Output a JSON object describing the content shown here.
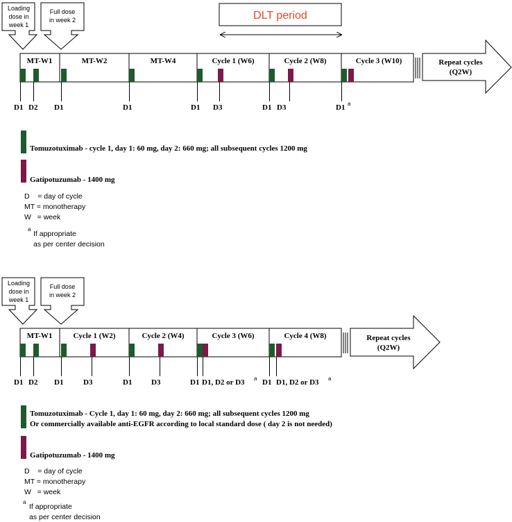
{
  "colors": {
    "tomuzotuximab": "#1f5a2e",
    "gatipotuzumab": "#7a1a4a",
    "dlt_text": "#e8452a",
    "line": "#000000"
  },
  "top": {
    "loading_label": [
      "Loading",
      "dose in",
      "week 1"
    ],
    "full_label": [
      "Full dose",
      "in week 2"
    ],
    "dlt_label": "DLT period",
    "segments": [
      "MT-W1",
      "MT-W2",
      "MT-W4",
      "Cycle 1 (W6)",
      "Cycle 2 (W8)",
      "Cycle 3 (W10)"
    ],
    "repeat_label": [
      "Repeat cycles",
      "(Q2W)"
    ],
    "day_labels": [
      "D1",
      "D2",
      "D1",
      "D1",
      "D1",
      "D3",
      "D1",
      "D3",
      "D1"
    ],
    "superscript": "a",
    "legend": {
      "tomuzotuximab": "Tomuzotuximab - cycle 1, day 1: 60 mg, day 2: 660 mg; all subsequent cycles 1200 mg",
      "gatipotuzumab": "Gatipotuzumab - 1400 mg"
    },
    "abbreviations": [
      "D    = day of cycle",
      "MT = monotherapy",
      "W   = week"
    ],
    "footnote": [
      "If appropriate",
      "as per center decision"
    ]
  },
  "bottom": {
    "loading_label": [
      "Loading",
      "dose in",
      "week 1"
    ],
    "full_label": [
      "Full dose",
      "in week 2"
    ],
    "segments": [
      "MT-W1",
      "Cycle 1 (W2)",
      "Cycle 2 (W4)",
      "Cycle 3 (W6)",
      "Cycle 4 (W8)"
    ],
    "repeat_label": [
      "Repeat cycles",
      "(Q2W)"
    ],
    "day_labels": [
      "D1",
      "D2",
      "D1",
      "D3",
      "D1",
      "D3",
      "D1",
      "D1, D2 or D3",
      "D1",
      "D1, D2 or D3"
    ],
    "superscript": "a",
    "legend": {
      "tomuzotuximab": "Tomuzotuximab - Cycle 1, day 1: 60 mg, day 2: 660 mg; all subsequent cycles 1200 mg",
      "tomuzotuximab_line2": "Or commercially available anti-EGFR according to local standard dose ( day 2 is not needed)",
      "gatipotuzumab": "Gatipotuzumab - 1400 mg"
    },
    "abbreviations": [
      "D    = day of cycle",
      "MT = monotherapy",
      "W   = week"
    ],
    "footnote": [
      "If appropriate",
      "as per center decision"
    ]
  }
}
